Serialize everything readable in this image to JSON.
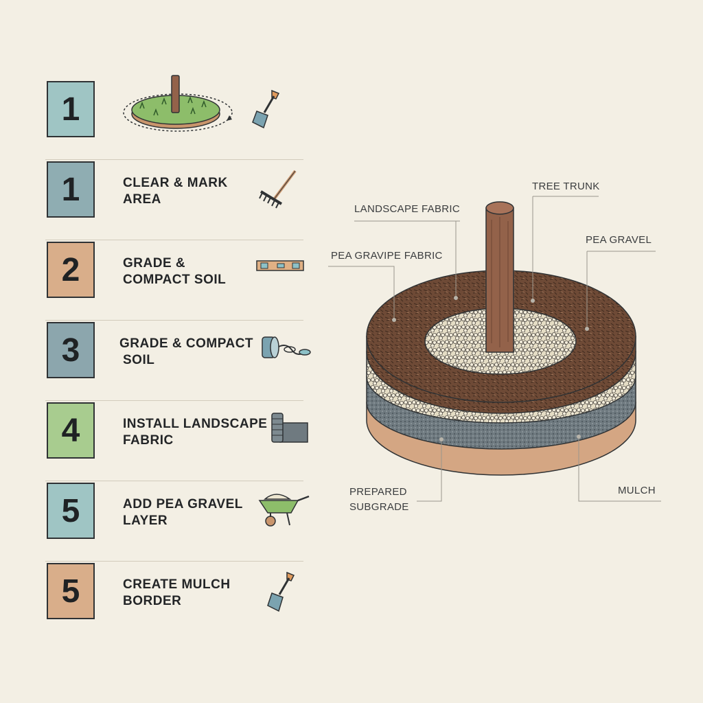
{
  "steps": [
    {
      "number": "1",
      "line1": "",
      "line2": "",
      "color": "#9fc5c4",
      "icon": "trowel-icon"
    },
    {
      "number": "1",
      "line1": "CLEAR & MARK",
      "line2": "AREA",
      "color": "#8fadb2",
      "icon": "rake-icon"
    },
    {
      "number": "2",
      "line1": "GRADE &",
      "line2": "COMPACT SOIL",
      "color": "#d9ae8a",
      "icon": "level-icon"
    },
    {
      "number": "3",
      "line1": "GRADE & COMPACT",
      "line2": "SOIL",
      "color": "#8ca6ad",
      "icon": "roller-icon"
    },
    {
      "number": "4",
      "line1": "INSTALL LANDSCAPE",
      "line2": "FABRIC",
      "color": "#a8cc8f",
      "icon": "fabric-roll-icon"
    },
    {
      "number": "5",
      "line1": "ADD PEA GRAVEL",
      "line2": "LAYER",
      "color": "#9fc5c4",
      "icon": "wheelbarrow-icon"
    },
    {
      "number": "5",
      "line1": "CREATE MULCH",
      "line2": "BORDER",
      "color": "#d9ae8a",
      "icon": "shovel-icon"
    }
  ],
  "callouts": {
    "tree_trunk": "TREE TRUNK",
    "landscape_fabric": "LANDSCAPE FABRIC",
    "pea_gravel_fabric": "PEA GRAVIPE FABRIC",
    "pea_gravel": "PEA GRAVEL",
    "prepared": "PREPARED",
    "subgrade": "SUBGRADE",
    "mulch": "MULCH"
  },
  "colors": {
    "background": "#f3efe4",
    "mulch": "#6e4a36",
    "gravel": "#ece5cf",
    "fabric": "#6f7a80",
    "subgrade": "#d4a683",
    "trunk": "#93624a"
  }
}
